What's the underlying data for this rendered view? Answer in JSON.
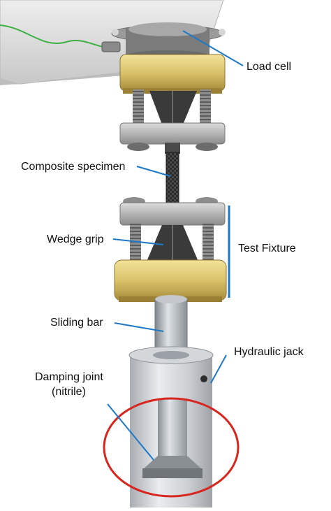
{
  "labels": {
    "load_cell": "Load cell",
    "composite_specimen": "Composite specimen",
    "wedge_grip": "Wedge grip",
    "test_fixture": "Test Fixture",
    "sliding_bar": "Sliding bar",
    "hydraulic_jack": "Hydraulic jack",
    "damping_joint": "Damping joint",
    "damping_joint_material": "(nitrile)"
  },
  "colors": {
    "leader_line": "#1e78c8",
    "highlight_ellipse": "#d7261e",
    "brass_block": "#d9c26a",
    "steel_block": "#b8b8b8",
    "dark_steel": "#3a3a3a",
    "specimen": "#2a2a2a",
    "ceiling_plate": "#dcdcdc",
    "cable": "#3cb043"
  }
}
